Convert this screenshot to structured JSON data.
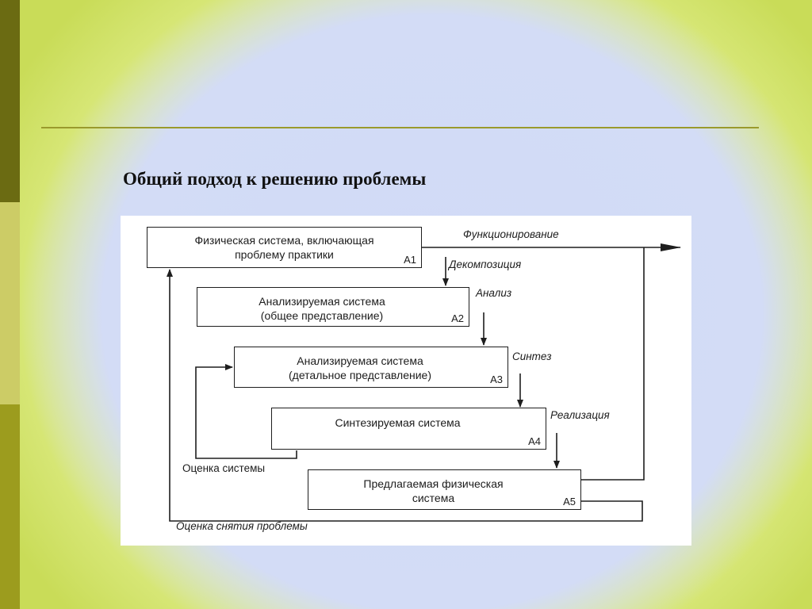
{
  "slide": {
    "title": "Общий подход к решению проблемы"
  },
  "diagram": {
    "boxes": [
      {
        "id": "A1",
        "text": "Физическая система, включающая\nпроблему практики"
      },
      {
        "id": "A2",
        "text": "Анализируемая система\n(общее представление)"
      },
      {
        "id": "A3",
        "text": "Анализируемая система\n(детальное представление)"
      },
      {
        "id": "A4",
        "text": "Синтезируемая система"
      },
      {
        "id": "A5",
        "text": "Предлагаемая физическая\nсистема"
      }
    ],
    "labels": {
      "functioning": "Функционирование",
      "decomposition": "Декомпозиция",
      "analysis": "Анализ",
      "synthesis": "Синтез",
      "realization": "Реализация",
      "system_evaluation": "Оценка системы",
      "problem_removal_evaluation": "Оценка снятия проблемы"
    }
  },
  "colors": {
    "strip_dark": "#6b6b12",
    "strip_light": "#cccc66",
    "strip_mid": "#9c9c1e",
    "rule": "#9a9a2c",
    "ellipse_fill": "#d3dcf6",
    "ellipse_ring": "#e2ef8f"
  }
}
